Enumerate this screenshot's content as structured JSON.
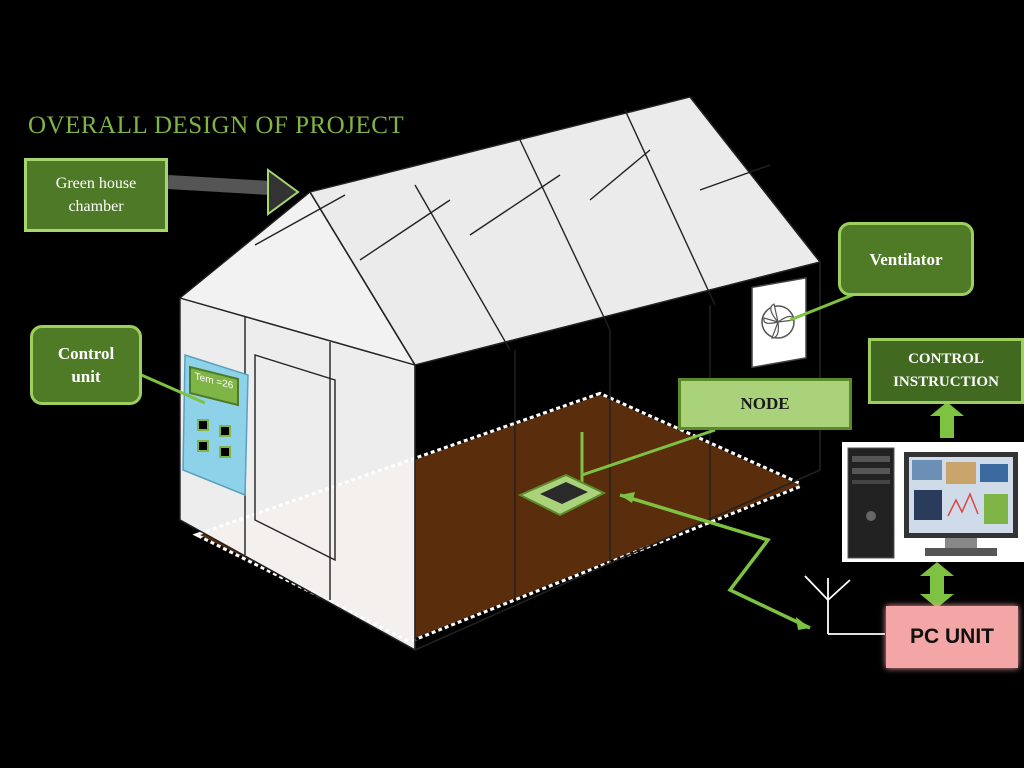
{
  "title": "OVERALL  DESIGN OF PROJECT",
  "labels": {
    "greenhouse": "Green house chamber",
    "control_unit": "Control unit",
    "ventilator": "Ventilator",
    "node": "NODE",
    "control_instruction": "CONTROL INSTRUCTION",
    "pc_unit": "PC UNIT",
    "panel_display": "Tem =26"
  },
  "colors": {
    "background": "#000000",
    "title": "#7fb446",
    "callout_fill": "#4f7b26",
    "callout_border": "#9ccf5f",
    "node_fill": "#a9d27a",
    "soil": "#5a2d0c",
    "pc_unit": "#f4a5a5",
    "panel": "#8ed2ea",
    "arrow_green": "#7ec242"
  },
  "icons": [
    "fan-icon",
    "antenna-icon",
    "computer-icon",
    "sensor-node-icon"
  ]
}
